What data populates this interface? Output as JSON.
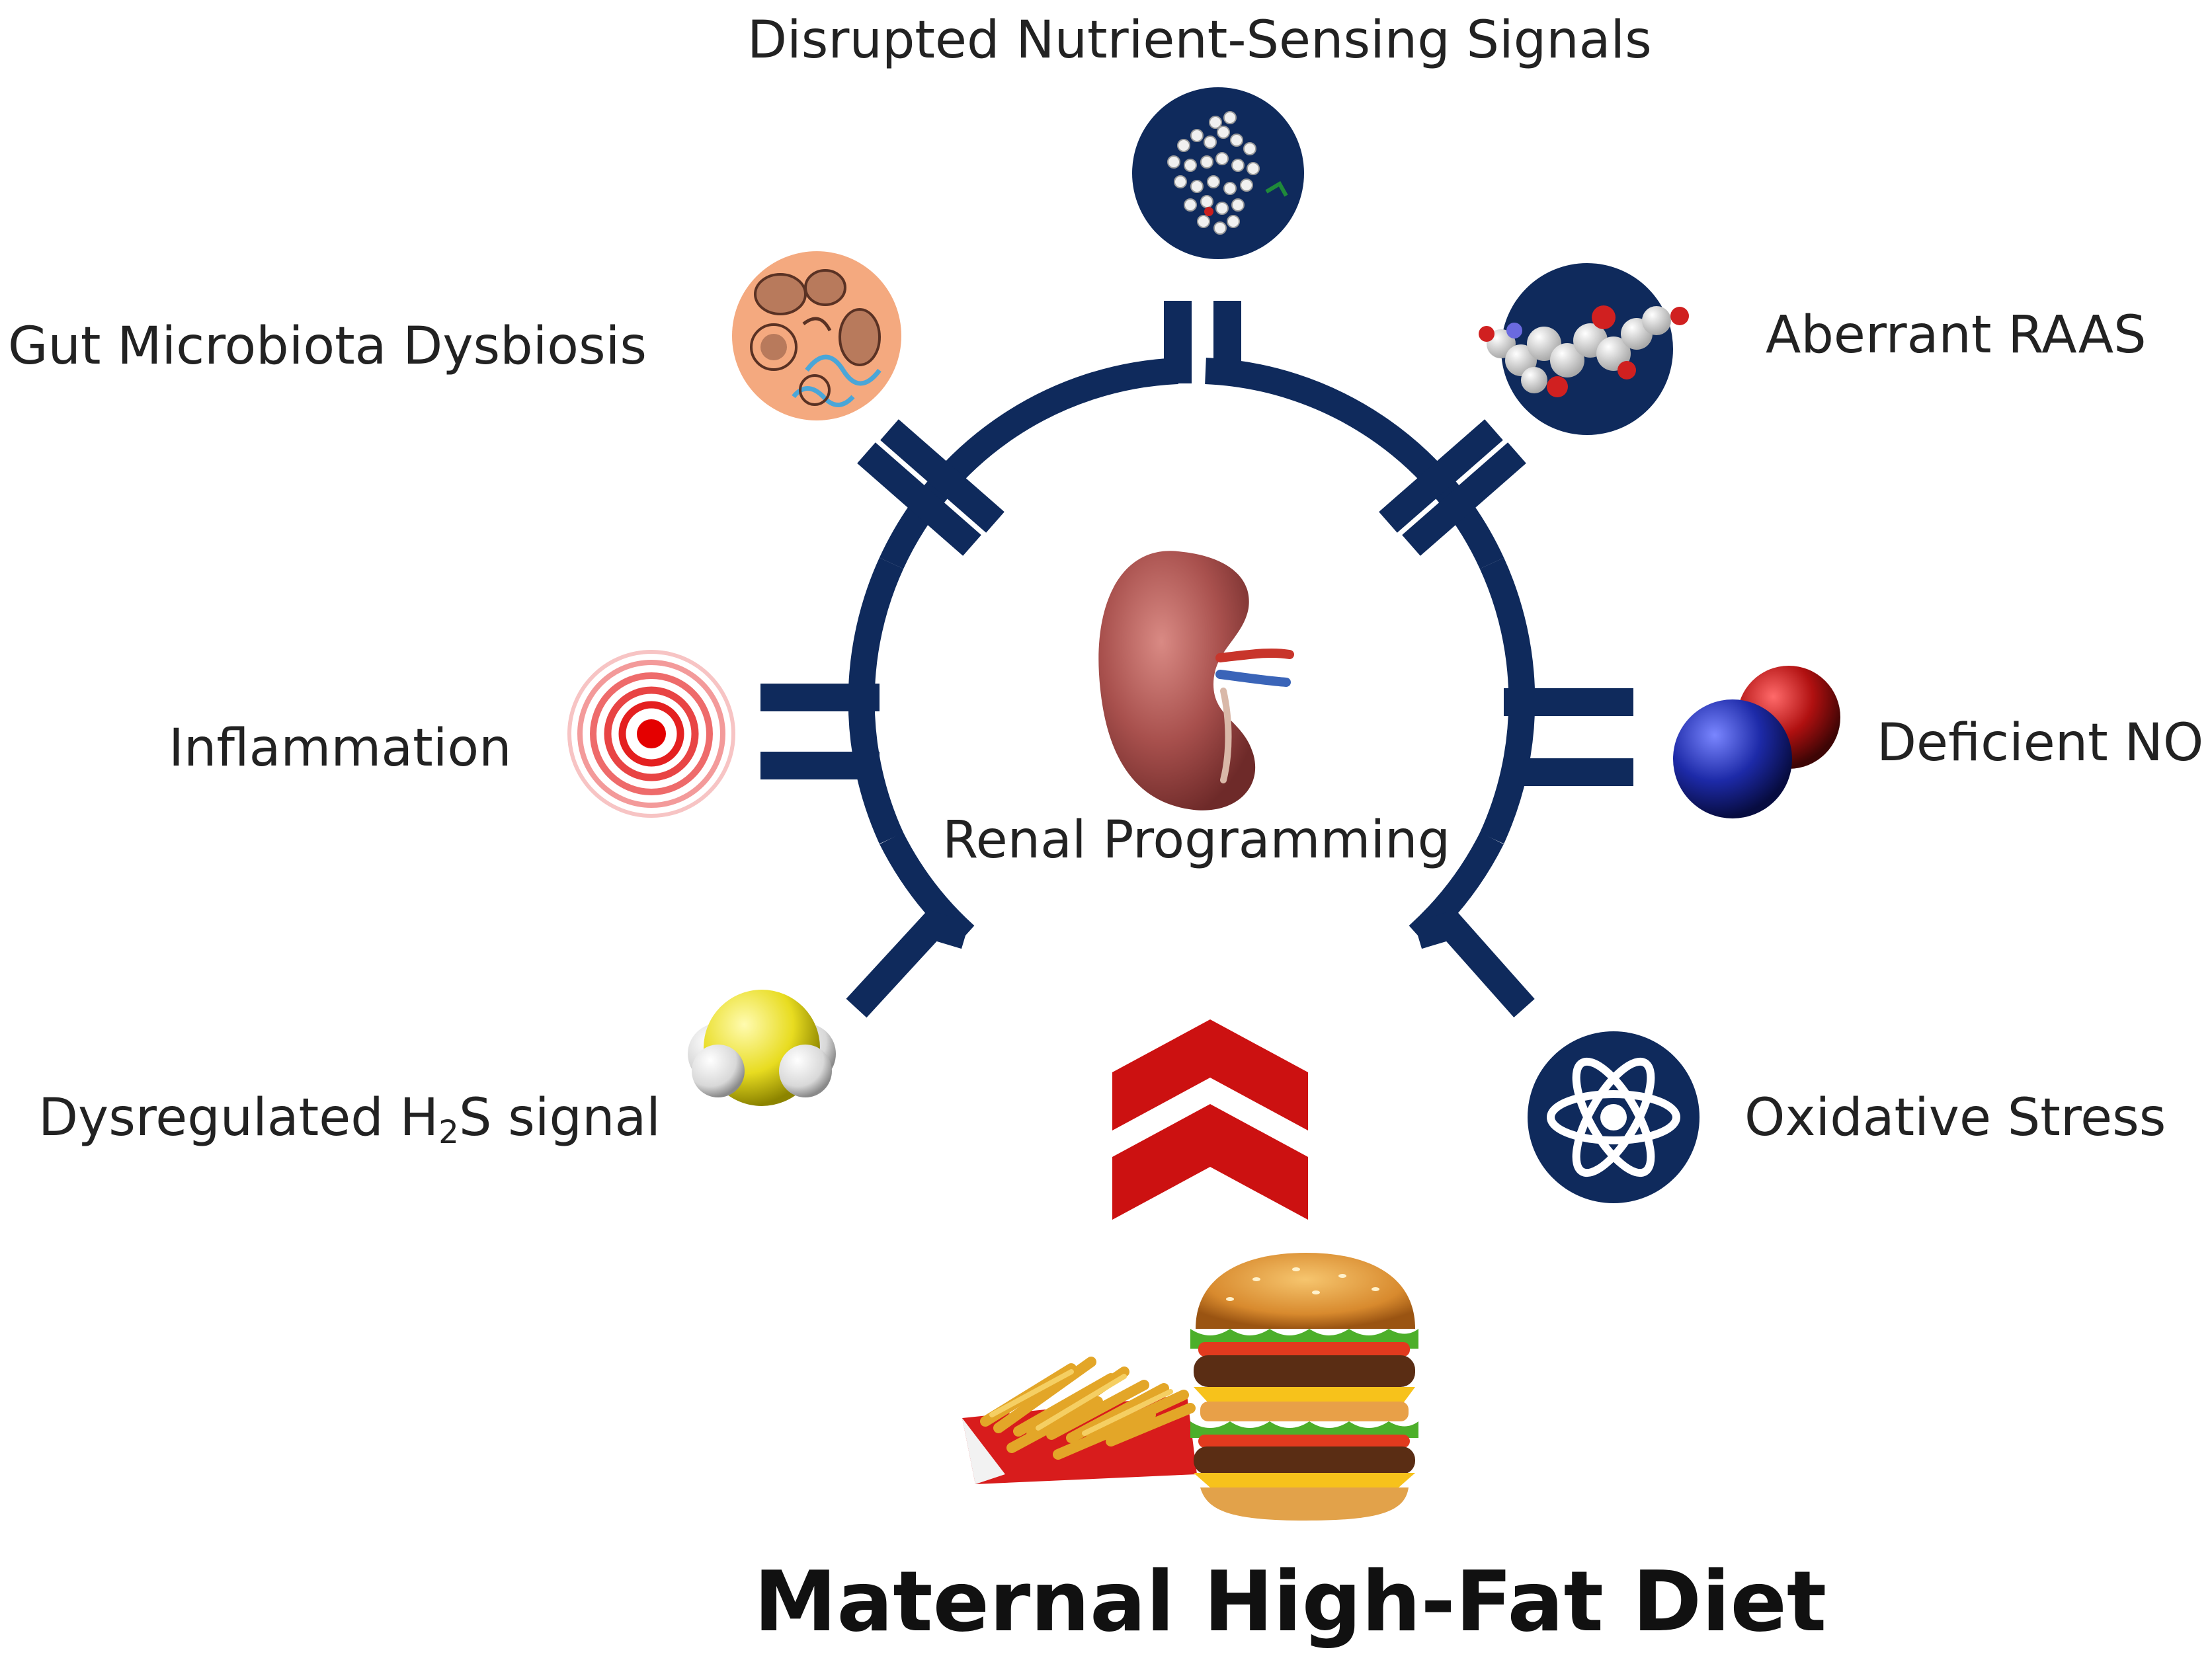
{
  "diagram": {
    "center_label": "Renal Programming",
    "title": "Maternal High-Fat Diet",
    "factors": {
      "top": "Disrupted Nutrient-Sensing Signals",
      "upper_left": "Gut Microbiota Dysbiosis",
      "upper_right": "Aberrant RAAS",
      "left": "Inflammation",
      "right": "Deficient NO",
      "lower_left_prefix": "Dysregulated H",
      "lower_left_sub": "2",
      "lower_left_suffix": "S signal",
      "lower_right": "Oxidative Stress"
    }
  },
  "colors": {
    "ring": "#0f2a5c",
    "chevron": "#cc1111",
    "icon_navy": "#0f2a5c",
    "microbe_bg": "#f4a97f",
    "kidney": "#a8504d"
  },
  "icons": {
    "top": "protein-structure-icon",
    "upper_left": "microbes-icon",
    "upper_right": "angiotensin-molecule-icon",
    "left": "inflammation-target-icon",
    "right": "nitric-oxide-molecule-icon",
    "lower_left": "hydrogen-sulfide-molecule-icon",
    "lower_right": "atom-icon",
    "center": "kidney-icon",
    "bottom": "burger-fries-icon"
  }
}
